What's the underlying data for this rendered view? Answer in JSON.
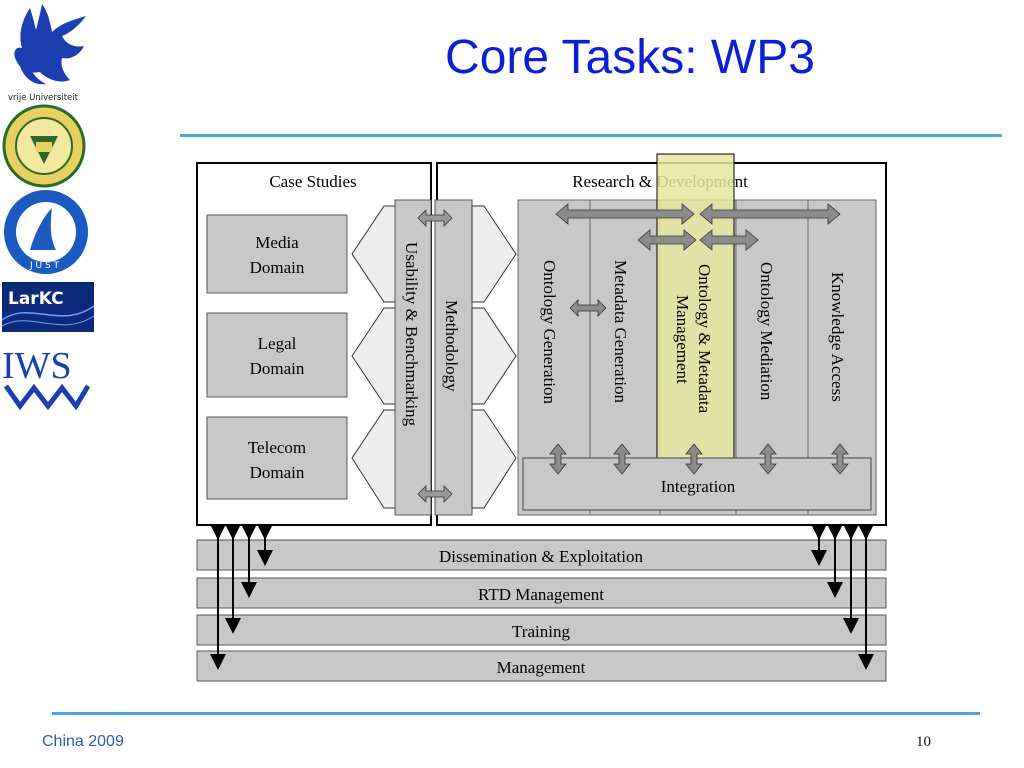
{
  "slide": {
    "title": "Core Tasks: WP3",
    "footer_left": "China 2009",
    "page_number": "10"
  },
  "logos": {
    "vu_caption": "vrije Universiteit",
    "iws_label": "IWS",
    "larkc_label": "LarKC"
  },
  "diagram": {
    "case_studies": {
      "title": "Case Studies",
      "domains": [
        {
          "line1": "Media",
          "line2": "Domain"
        },
        {
          "line1": "Legal",
          "line2": "Domain"
        },
        {
          "line1": "Telecom",
          "line2": "Domain"
        }
      ]
    },
    "usability_label": "Usability & Benchmarking",
    "methodology_label": "Methodology",
    "research": {
      "title": "Research & Development",
      "columns": [
        {
          "line1": "Ontology Generation",
          "line2": ""
        },
        {
          "line1": "Metadata Generation",
          "line2": ""
        },
        {
          "line1": "Ontology & Metadata",
          "line2": "Management"
        },
        {
          "line1": "Ontology Mediation",
          "line2": ""
        },
        {
          "line1": "Knowledge Access",
          "line2": ""
        }
      ],
      "integration_label": "Integration"
    },
    "bars": [
      "Dissemination & Exploitation",
      "RTD Management",
      "Training",
      "Management"
    ],
    "colors": {
      "box_fill": "#c8c8c8",
      "highlight_fill": "#e6e6a0",
      "highlight_stroke": "#a8a800",
      "title_blue": "#0b1fd6",
      "rule_blue": "#4aa6e0"
    }
  }
}
